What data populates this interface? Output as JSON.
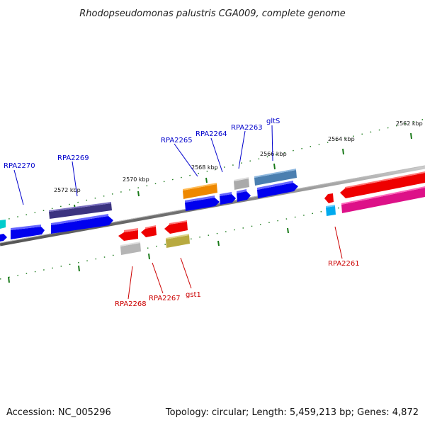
{
  "title": "Rhodopseudomonas palustris CGA009, complete genome",
  "footer": {
    "accession": "Accession: NC_005296",
    "topology": "Topology: circular; Length: 5,459,213 bp; Genes: 4,872"
  },
  "scale_labels": [
    "2562 kbp",
    "2564 kbp",
    "2566 kbp",
    "2568 kbp",
    "2570 kbp",
    "2572 kbp"
  ],
  "gene_labels": {
    "top": [
      "RPA2270",
      "RPA2269",
      "RPA2265",
      "RPA2264",
      "RPA2263",
      "gltS"
    ],
    "bottom": [
      "RPA2268",
      "RPA2267",
      "gst1",
      "RPA2261"
    ]
  },
  "colors": {
    "top_label": "#0000cc",
    "bottom_label": "#cc0000",
    "backbone": "#888888",
    "tick": "#1a7a1a"
  }
}
